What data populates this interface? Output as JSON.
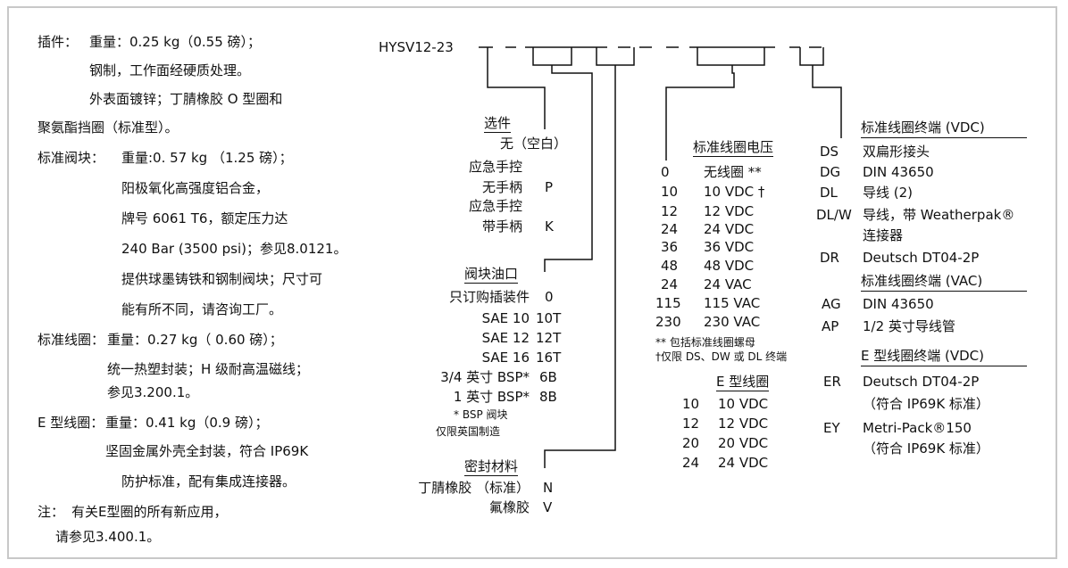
{
  "specs": {
    "insert_label": "插件：",
    "insert_lines": [
      "重量：0.25 kg（0.55 磅）；",
      "钢制，工作面经硬质处理。",
      "外表面镀锌；丁腈橡胶 O 型圈和",
      "聚氨酯挡圈（标准型）。"
    ],
    "block_label": "标准阀块：",
    "block_lines": [
      "重量:0. 57 kg （1.25 磅）；",
      "阳极氧化高强度铝合金，",
      "牌号 6061 T6，额定压力达",
      "240 Bar (3500 psi)；参见8.0121。",
      "提供球墨铸铁和钢制阀块；尺寸可",
      "能有所不同，请咨询工厂。"
    ],
    "coil_label": "标准线圈：",
    "coil_lines": [
      "重量：0.27 kg（ 0.60 磅）；",
      "统一热塑封装；H 级耐高温磁线；",
      "参见3.200.1。"
    ],
    "ecoil_label": "E 型线圈：",
    "ecoil_lines": [
      "重量：0.41 kg（0.9 磅）；",
      "坚固金属外壳全封装，符合 IP69K",
      "防护标准，配有集成连接器。"
    ],
    "note_label": "注：",
    "note_lines": [
      "有关E型圈的所有新应用，",
      "请参见3.400.1。"
    ]
  },
  "model": "HYSV12-23",
  "options": {
    "title": "选件",
    "rows": [
      {
        "desc": "无（空白）",
        "code": ""
      },
      {
        "desc": "应急手控",
        "code": ""
      },
      {
        "desc": "无手柄",
        "code": "P"
      },
      {
        "desc": "应急手控",
        "code": ""
      },
      {
        "desc": "带手柄",
        "code": "K"
      }
    ]
  },
  "ports": {
    "title": "阀块油口",
    "rows": [
      {
        "desc": "只订购插装件",
        "code": "0"
      },
      {
        "desc": "SAE 10",
        "code": "10T"
      },
      {
        "desc": "SAE 12",
        "code": "12T"
      },
      {
        "desc": "SAE 16",
        "code": "16T"
      },
      {
        "desc": "3/4 英寸 BSP*",
        "code": "6B"
      },
      {
        "desc": "1 英寸 BSP*",
        "code": "8B"
      }
    ],
    "footnote": [
      "* BSP 阀块",
      "仅限英国制造"
    ]
  },
  "seals": {
    "title": "密封材料",
    "rows": [
      {
        "desc": "丁腈橡胶 （标准）",
        "code": "N"
      },
      {
        "desc": "氟橡胶",
        "code": "V"
      }
    ]
  },
  "voltage": {
    "title": "标准线圈电压",
    "rows": [
      {
        "code": "0",
        "desc": "无线圈 **"
      },
      {
        "code": "10",
        "desc": "10 VDC †"
      },
      {
        "code": "12",
        "desc": "12 VDC"
      },
      {
        "code": "24",
        "desc": "24 VDC"
      },
      {
        "code": "36",
        "desc": "36 VDC"
      },
      {
        "code": "48",
        "desc": "48 VDC"
      },
      {
        "code": "24",
        "desc": "24 VAC"
      },
      {
        "code": "115",
        "desc": "115 VAC"
      },
      {
        "code": "230",
        "desc": "230 VAC"
      }
    ],
    "footnotes": [
      "** 包括标准线圈螺母",
      "†仅限 DS、DW 或 DL 终端"
    ]
  },
  "ecoil": {
    "title": "E 型线圈",
    "rows": [
      {
        "code": "10",
        "desc": "10 VDC"
      },
      {
        "code": "12",
        "desc": "12 VDC"
      },
      {
        "code": "20",
        "desc": "20 VDC"
      },
      {
        "code": "24",
        "desc": "24 VDC"
      }
    ]
  },
  "terminals": {
    "dc_title": "标准线圈终端 (VDC)",
    "dc_rows": [
      {
        "code": "DS",
        "desc": "双扁形接头"
      },
      {
        "code": "DG",
        "desc": "DIN 43650"
      },
      {
        "code": "DL",
        "desc": "导线 (2)"
      },
      {
        "code": "DL/W",
        "desc": "导线，带 Weatherpak®"
      },
      {
        "code": "",
        "desc": "连接器"
      },
      {
        "code": "DR",
        "desc": "Deutsch DT04-2P"
      }
    ],
    "ac_title": "标准线圈终端 (VAC)",
    "ac_rows": [
      {
        "code": "AG",
        "desc": "DIN 43650"
      },
      {
        "code": "AP",
        "desc": "1/2 英寸导线管"
      }
    ],
    "e_title": "E 型线圈终端 (VDC)",
    "e_rows": [
      {
        "code": "ER",
        "desc": "Deutsch DT04-2P"
      },
      {
        "code": "",
        "desc": "（符合 IP69K 标准）"
      },
      {
        "code": "EY",
        "desc": "Metri-Pack®150"
      },
      {
        "code": "",
        "desc": "（符合 IP69K 标准）"
      }
    ]
  }
}
